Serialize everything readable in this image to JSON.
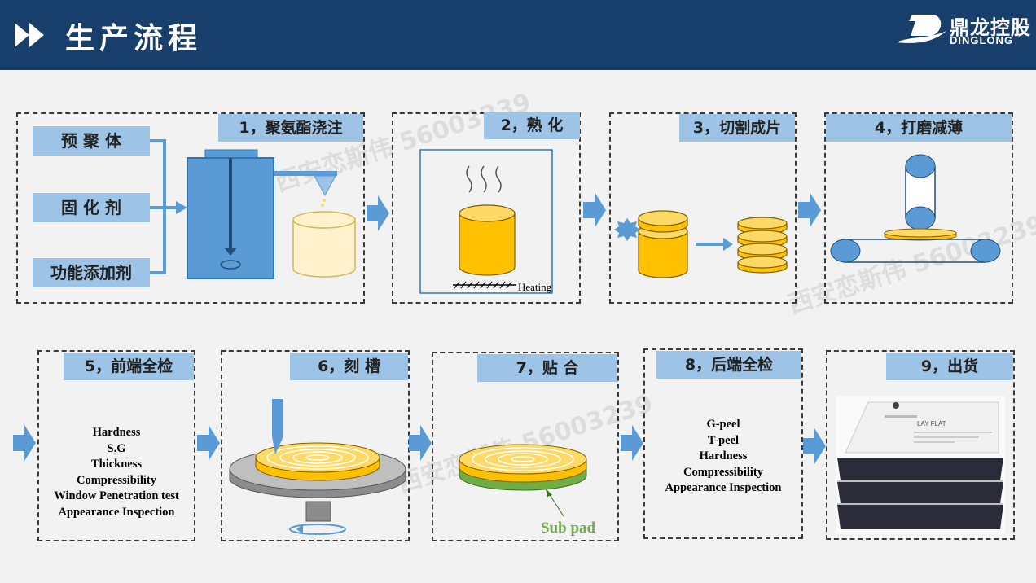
{
  "header": {
    "title": "生产流程",
    "logo_cn": "鼎龙控股",
    "logo_en": "DINGLONG"
  },
  "colors": {
    "header_bg": "#183f6b",
    "label_bg": "#9dc3e6",
    "arrow": "#5b9bd5",
    "yellow": "#ffc000",
    "pad_green": "#70ad47",
    "subpad_text": "#70ad47"
  },
  "steps": [
    {
      "label": "1，聚氨酯浇注",
      "ingredients": [
        "预  聚  体",
        "固  化  剂",
        "功能添加剂"
      ]
    },
    {
      "label": "2，熟 化",
      "note": "Heating"
    },
    {
      "label": "3，切割成片"
    },
    {
      "label": "4，打磨减薄"
    },
    {
      "label": "5，前端全检",
      "items": [
        "Hardness",
        "S.G",
        "Thickness",
        "Compressibility",
        "Window Penetration test",
        "Appearance Inspection"
      ]
    },
    {
      "label": "6，刻 槽"
    },
    {
      "label": "7，贴 合",
      "note": "Sub pad"
    },
    {
      "label": "8，后端全检",
      "items": [
        "G-peel",
        "T-peel",
        "Hardness",
        "Compressibility",
        "Appearance Inspection"
      ]
    },
    {
      "label": "9，出货",
      "package_text": "LAY FLAT"
    }
  ],
  "watermark": "西安恋斯伟 56003239"
}
